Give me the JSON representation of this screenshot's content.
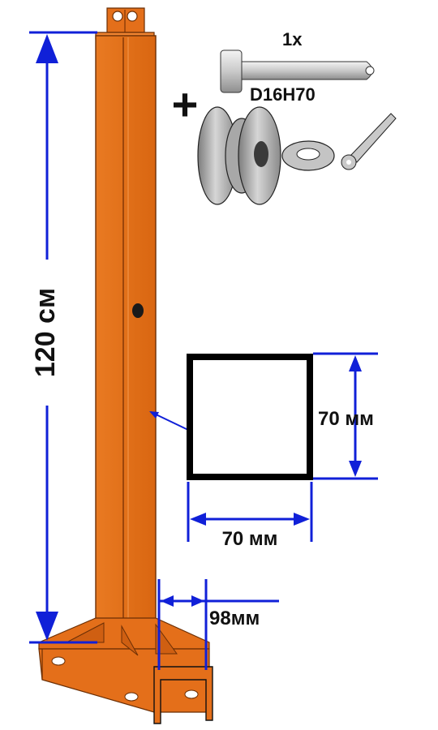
{
  "labels": {
    "height": "120 см",
    "pin_qty": "1x",
    "pin_code": "D16H70",
    "plus": "+",
    "profile_width": "70 мм",
    "profile_height": "70 мм",
    "base_width": "98мм"
  },
  "colors": {
    "post": "#e46f1a",
    "post_shade": "#c85a10",
    "post_edge": "#8a3c08",
    "dimension": "#1020d8",
    "profile": "#000000",
    "hardware": "#b8b8b8"
  },
  "icons": {
    "pin": "clevis-pin-icon",
    "pulley": "pulley-icon",
    "washer": "washer-icon",
    "cotter": "cotter-pin-icon"
  }
}
